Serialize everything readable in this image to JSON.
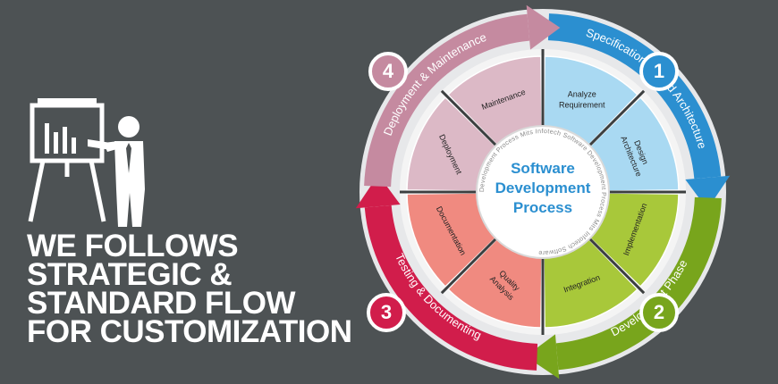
{
  "headline": {
    "line1": "WE FOLLOWS",
    "line2": "STRATEGIC &",
    "line3": "STANDARD FLOW",
    "line4": "FOR CUSTOMIZATION"
  },
  "center": {
    "line1": "Software",
    "line2": "Development",
    "line3": "Process",
    "ring_text": "Development Process Mits Infotech Software Development Process Mits Infotech Software"
  },
  "phases": [
    {
      "number": "1",
      "label": "Specification & Build Architecture",
      "color": "#2b8fd0",
      "light": "#a9d9f2",
      "segments": [
        [
          "Analyze",
          "Requirement"
        ],
        [
          "Design",
          "Architecture"
        ]
      ]
    },
    {
      "number": "2",
      "label": "Development Phase",
      "color": "#78a51c",
      "light": "#a8c83a",
      "segments": [
        [
          "Implementation"
        ],
        [
          "Integration"
        ]
      ]
    },
    {
      "number": "3",
      "label": "Testing & Documenting",
      "color": "#d11d4b",
      "light": "#f08a80",
      "segments": [
        [
          "Quality",
          "Analysis"
        ],
        [
          "Documentation"
        ]
      ]
    },
    {
      "number": "4",
      "label": "Deployment & Maintenance",
      "color": "#c58aa0",
      "light": "#dcb9c6",
      "segments": [
        [
          "Deployment"
        ],
        [
          "Maintenance"
        ]
      ]
    }
  ],
  "colors": {
    "background": "#4d5254",
    "text_light": "#ffffff",
    "center_text": "#2b8fd0"
  }
}
